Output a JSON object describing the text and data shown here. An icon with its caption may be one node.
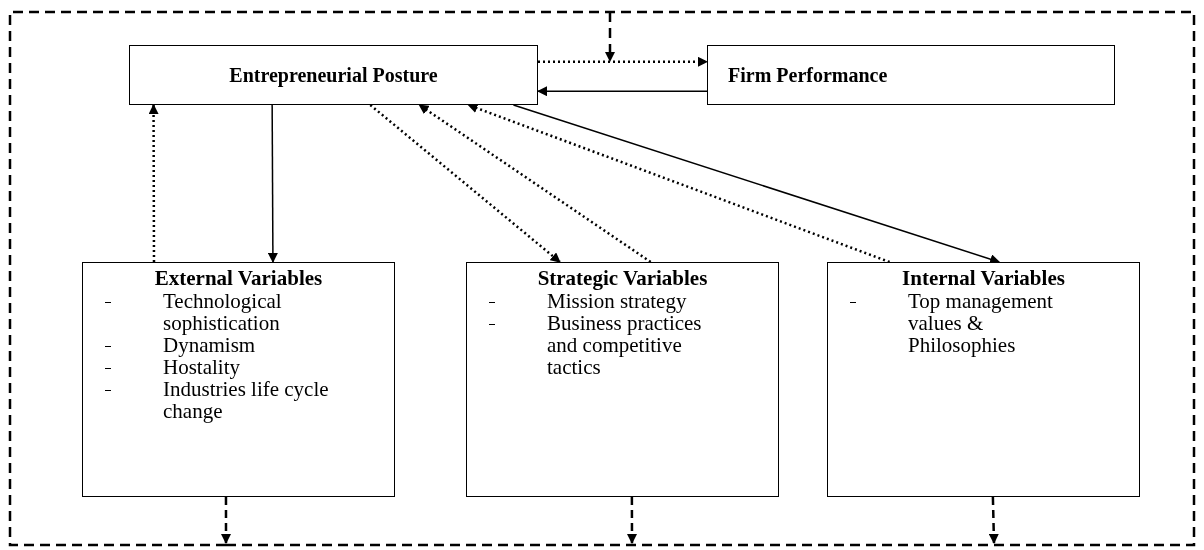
{
  "diagram": {
    "nodes": [
      {
        "text": [
          "Entrepreneurial Posture"
        ]
      },
      {
        "text": [
          "Firm Performance"
        ]
      },
      {
        "text": [
          "External Variables",
          "Technological sophistication",
          "Dynamism",
          "Hostality",
          "Industries life cycle change"
        ]
      },
      {
        "text": [
          "Strategic Variables",
          "Mission strategy",
          "Business practices and competitive tactics"
        ]
      },
      {
        "text": [
          "Internal Variables",
          "Top management values & Philosophies"
        ]
      }
    ],
    "edges": [
      {
        "from": 0,
        "to": 1,
        "arrow": "to",
        "style": "dashed"
      },
      {
        "from": 1,
        "to": 0,
        "arrow": "to"
      },
      {
        "from": 2,
        "to": 0,
        "arrow": "to",
        "style": "dashed"
      },
      {
        "from": 0,
        "to": 2,
        "arrow": "to"
      },
      {
        "from": 0,
        "to": 3,
        "arrow": "to",
        "style": "dashed"
      },
      {
        "from": 3,
        "to": 0,
        "arrow": "to",
        "style": "dashed"
      },
      {
        "from": 4,
        "to": 0,
        "arrow": "to",
        "style": "dashed"
      },
      {
        "from": 0,
        "to": 4,
        "arrow": "to"
      },
      {
        "from": 2,
        "to": null,
        "arrow": "to",
        "style": "dashed"
      },
      {
        "from": 3,
        "to": null,
        "arrow": "to",
        "style": "dashed"
      },
      {
        "from": 4,
        "to": null,
        "arrow": "to",
        "style": "dashed"
      }
    ]
  }
}
